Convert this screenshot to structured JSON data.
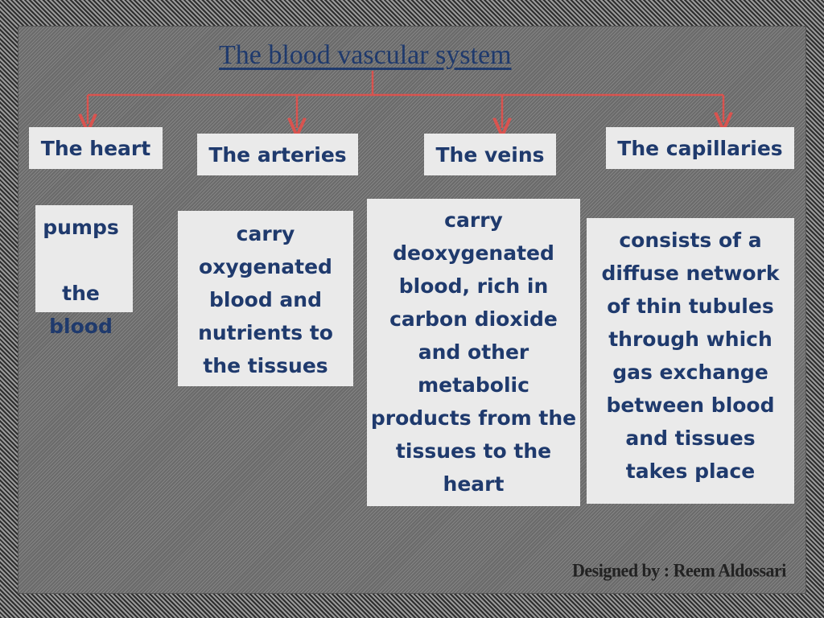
{
  "title": "The blood vascular system",
  "nodes": [
    {
      "id": "heart",
      "label": "The heart",
      "description": "pumps\n\nthe\nblood"
    },
    {
      "id": "arteries",
      "label": "The arteries",
      "description": "carry oxygenated blood and nutrients to the tissues"
    },
    {
      "id": "veins",
      "label": "The veins",
      "description": "carry deoxygenated blood, rich in carbon dioxide and other metabolic products from the tissues to the heart"
    },
    {
      "id": "capillaries",
      "label": "The capillaries",
      "description": "consists of a diffuse network of thin tubules through which gas exchange between blood and tissues takes place"
    }
  ],
  "credit": "Designed by : Reem Aldossari",
  "colors": {
    "text": "#1f3a6d",
    "connector": "#d9534f",
    "box": "#eaeaea"
  }
}
